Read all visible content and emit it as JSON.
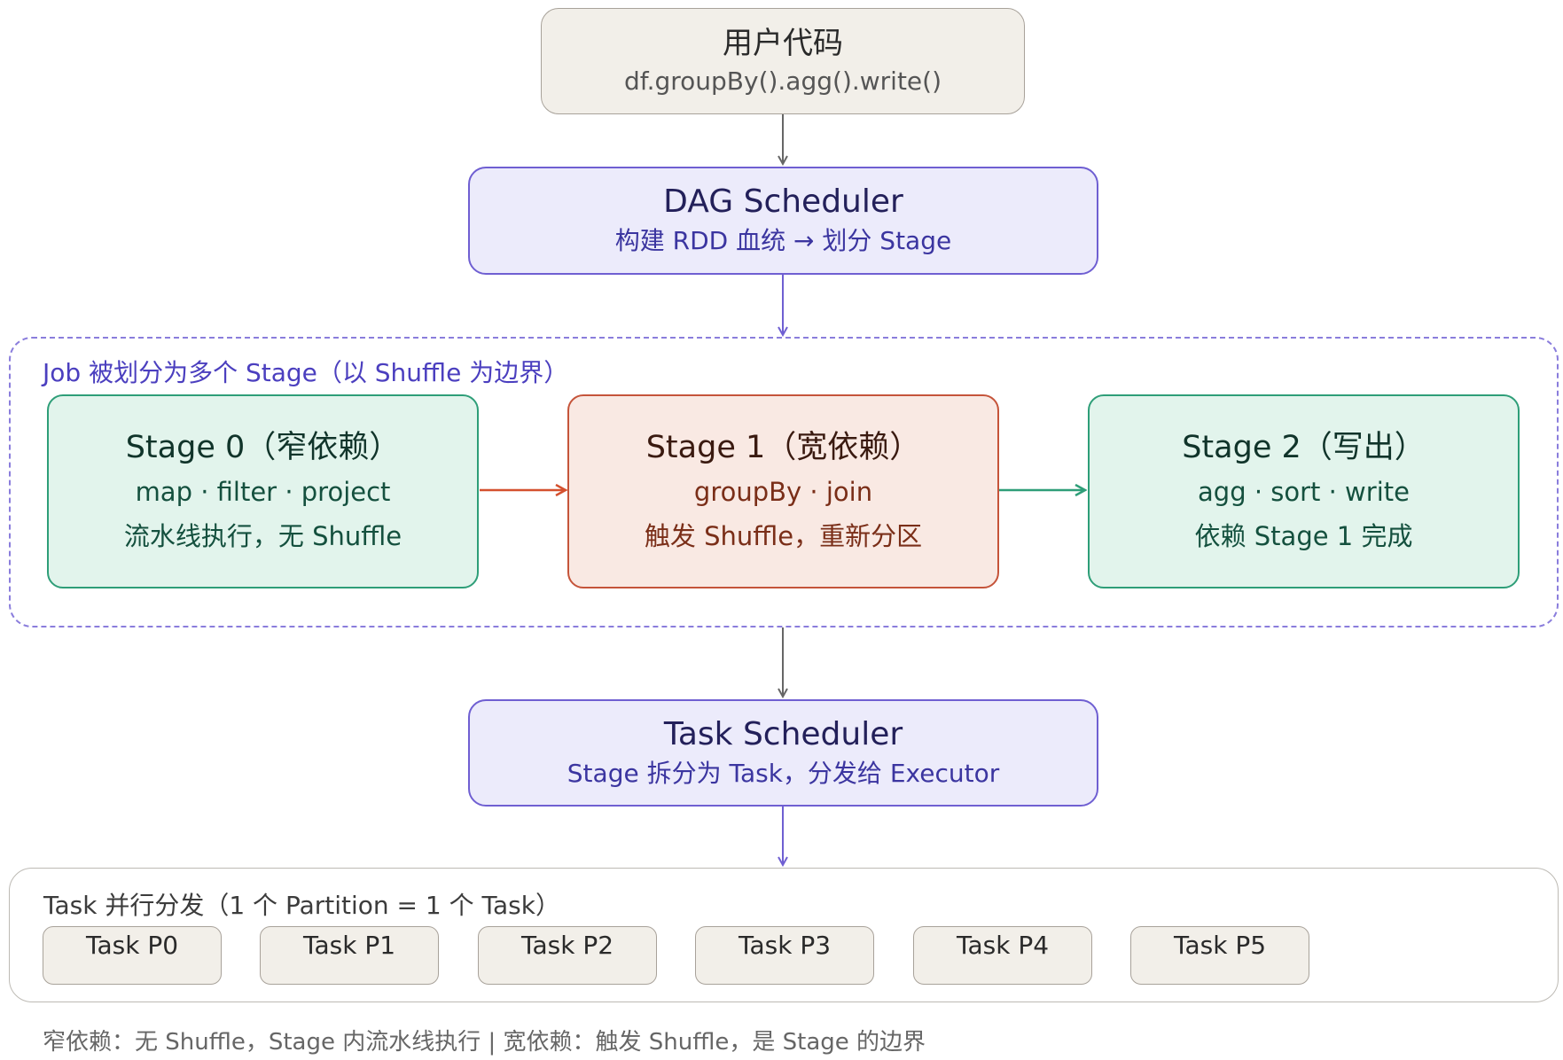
{
  "user_code": {
    "title": "用户代码",
    "code": "df.groupBy().agg().write()"
  },
  "dag_scheduler": {
    "title": "DAG Scheduler",
    "subtitle": "构建 RDD 血统 → 划分 Stage"
  },
  "job_group": {
    "label": "Job 被划分为多个 Stage（以 Shuffle 为边界）"
  },
  "stages": [
    {
      "title": "Stage 0（窄依赖）",
      "ops": "map · filter · project",
      "note": "流水线执行，无 Shuffle"
    },
    {
      "title": "Stage 1（宽依赖）",
      "ops": "groupBy · join",
      "note": "触发 Shuffle，重新分区"
    },
    {
      "title": "Stage 2（写出）",
      "ops": "agg · sort · write",
      "note": "依赖 Stage 1 完成"
    }
  ],
  "task_scheduler": {
    "title": "Task Scheduler",
    "subtitle": "Stage 拆分为 Task，分发给 Executor"
  },
  "task_group": {
    "label": "Task 并行分发（1 个 Partition = 1 个 Task）",
    "tasks": [
      "Task P0",
      "Task P1",
      "Task P2",
      "Task P3",
      "Task P4",
      "Task P5"
    ]
  },
  "footnote": "窄依赖：无 Shuffle，Stage 内流水线执行 | 宽依赖：触发 Shuffle，是 Stage 的边界",
  "colors": {
    "narrow_stage": "#2e9e78",
    "wide_stage": "#c5543a",
    "scheduler": "#6f5fd2",
    "connector": "#666666"
  }
}
